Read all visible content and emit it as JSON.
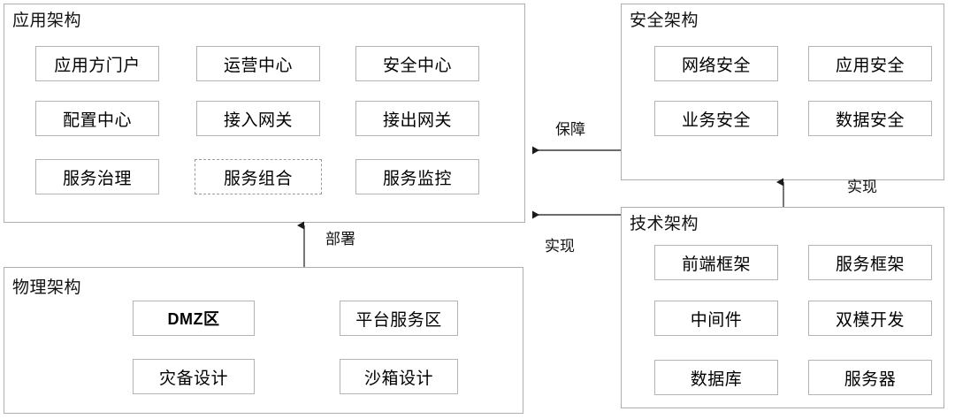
{
  "diagram": {
    "title_language": "zh-CN",
    "groups": [
      {
        "id": "application",
        "title": "应用架构",
        "nodes": [
          {
            "label": "应用方门户",
            "style": "solid"
          },
          {
            "label": "运营中心",
            "style": "solid"
          },
          {
            "label": "安全中心",
            "style": "solid"
          },
          {
            "label": "配置中心",
            "style": "solid"
          },
          {
            "label": "接入网关",
            "style": "solid"
          },
          {
            "label": "接出网关",
            "style": "solid"
          },
          {
            "label": "服务治理",
            "style": "solid"
          },
          {
            "label": "服务组合",
            "style": "dashed"
          },
          {
            "label": "服务监控",
            "style": "solid"
          }
        ]
      },
      {
        "id": "security",
        "title": "安全架构",
        "nodes": [
          {
            "label": "网络安全",
            "style": "solid"
          },
          {
            "label": "应用安全",
            "style": "solid"
          },
          {
            "label": "业务安全",
            "style": "solid"
          },
          {
            "label": "数据安全",
            "style": "solid"
          }
        ]
      },
      {
        "id": "technology",
        "title": "技术架构",
        "nodes": [
          {
            "label": "前端框架",
            "style": "solid"
          },
          {
            "label": "服务框架",
            "style": "solid"
          },
          {
            "label": "中间件",
            "style": "solid"
          },
          {
            "label": "双模开发",
            "style": "solid"
          },
          {
            "label": "数据库",
            "style": "solid"
          },
          {
            "label": "服务器",
            "style": "solid"
          }
        ]
      },
      {
        "id": "physical",
        "title": "物理架构",
        "nodes": [
          {
            "label": "DMZ区",
            "style": "bold"
          },
          {
            "label": "平台服务区",
            "style": "solid"
          },
          {
            "label": "灾备设计",
            "style": "solid"
          },
          {
            "label": "沙箱设计",
            "style": "solid"
          }
        ]
      }
    ],
    "edges": [
      {
        "id": "security-to-application",
        "label": "保障",
        "from": "security",
        "to": "application",
        "direction": "left"
      },
      {
        "id": "technology-to-application",
        "label": "实现",
        "from": "technology",
        "to": "application",
        "direction": "left"
      },
      {
        "id": "technology-to-security",
        "label": "实现",
        "from": "technology",
        "to": "security",
        "direction": "up"
      },
      {
        "id": "physical-to-application",
        "label": "部署",
        "from": "physical",
        "to": "application",
        "direction": "up"
      }
    ],
    "colors": {
      "group_border": "#aeaeae",
      "node_border": "#b4b4b4",
      "connector": "#3b3b3b",
      "background": "#ffffff",
      "text": "#000000"
    }
  }
}
